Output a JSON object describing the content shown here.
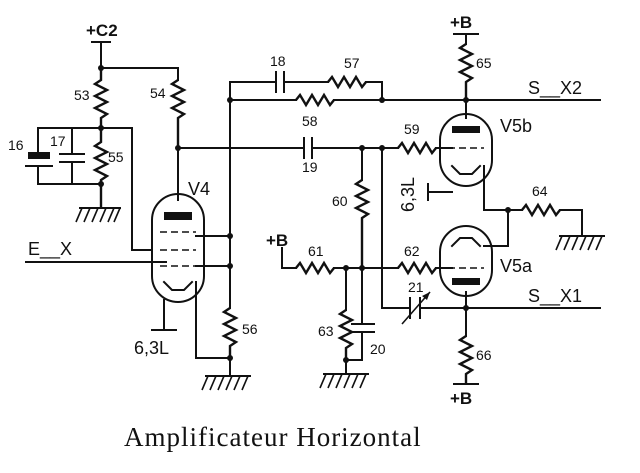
{
  "caption": "Amplificateur   Horizontal",
  "supply": {
    "c2": "+C2",
    "b_top": "+B",
    "b_mid": "+B",
    "b_bottom": "+B"
  },
  "terminals": {
    "input": "E__X",
    "out_x2": "S__X2",
    "out_x1": "S__X1"
  },
  "heaters": {
    "v4": "6,3L",
    "v5b": "6,3L"
  },
  "tubes": {
    "v4": "V4",
    "v5b": "V5b",
    "v5a": "V5a"
  },
  "components": {
    "r53": "53",
    "r54": "54",
    "r55": "55",
    "c16": "16",
    "c17": "17",
    "c18": "18",
    "r57": "57",
    "r58": "58",
    "c19": "19",
    "r59": "59",
    "r60": "60",
    "r61": "61",
    "r62": "62",
    "r63": "63",
    "c20": "20",
    "c21": "21",
    "r64": "64",
    "r65": "65",
    "r66": "66",
    "r56": "56"
  }
}
